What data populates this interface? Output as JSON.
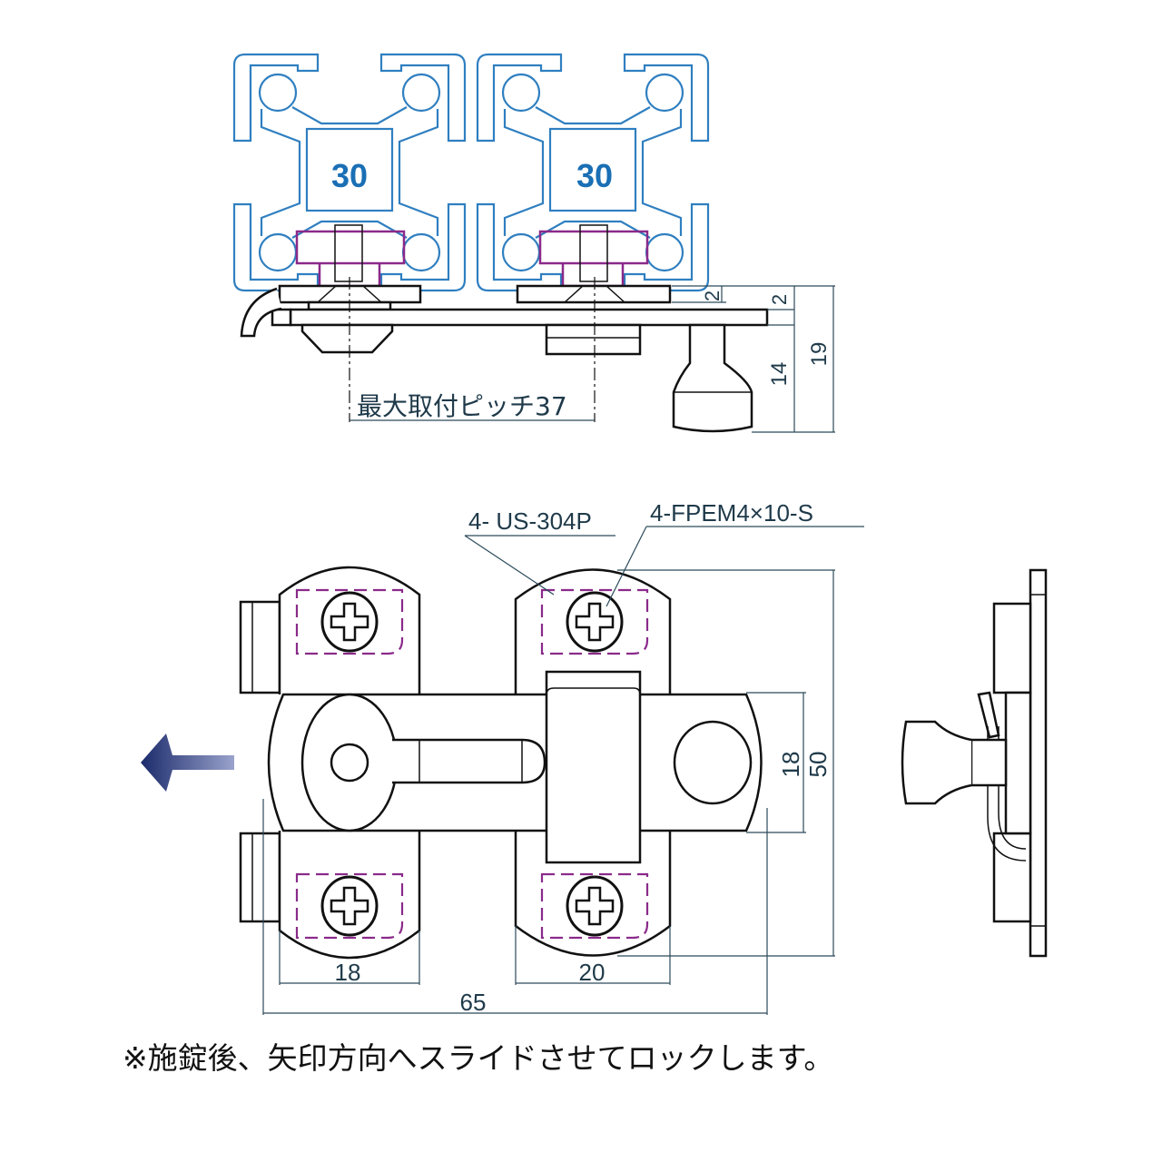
{
  "top_view": {
    "profile_labels": [
      "30",
      "30"
    ],
    "dim_plate_gap": "2",
    "dim_plate_thickness": "2",
    "dim_knob_height": "14",
    "dim_total_height": "19",
    "pitch_label": "最大取付ピッチ37"
  },
  "front_view": {
    "callout_spacer": "4- US-304P",
    "callout_screw": "4-FPEM4×10-S",
    "dim_left_tab_width": "18",
    "dim_right_tab_width": "20",
    "dim_total_width": "65",
    "dim_bar_height": "18",
    "dim_total_height": "50",
    "arrow_color": "#1b2a6b"
  },
  "note": "※施錠後、矢印方向へスライドさせてロックします。"
}
